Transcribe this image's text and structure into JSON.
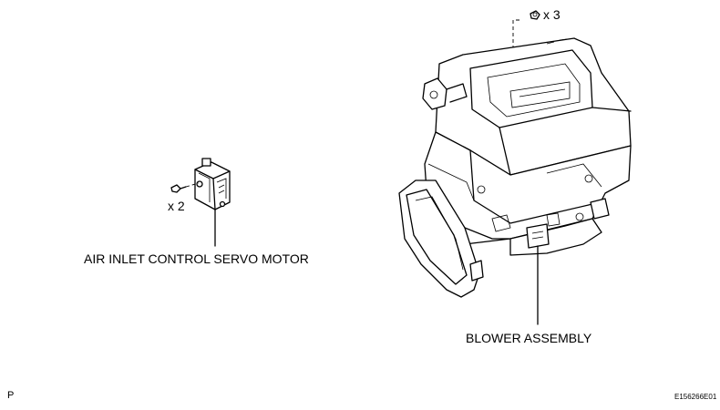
{
  "servo_motor": {
    "quantity_label": "x 2",
    "name_label": "AIR INLET CONTROL SERVO MOTOR"
  },
  "blower": {
    "quantity_label": "x 3",
    "name_label": "BLOWER ASSEMBLY"
  },
  "footer": {
    "corner_letter": "P",
    "figure_code": "E156266E01"
  }
}
